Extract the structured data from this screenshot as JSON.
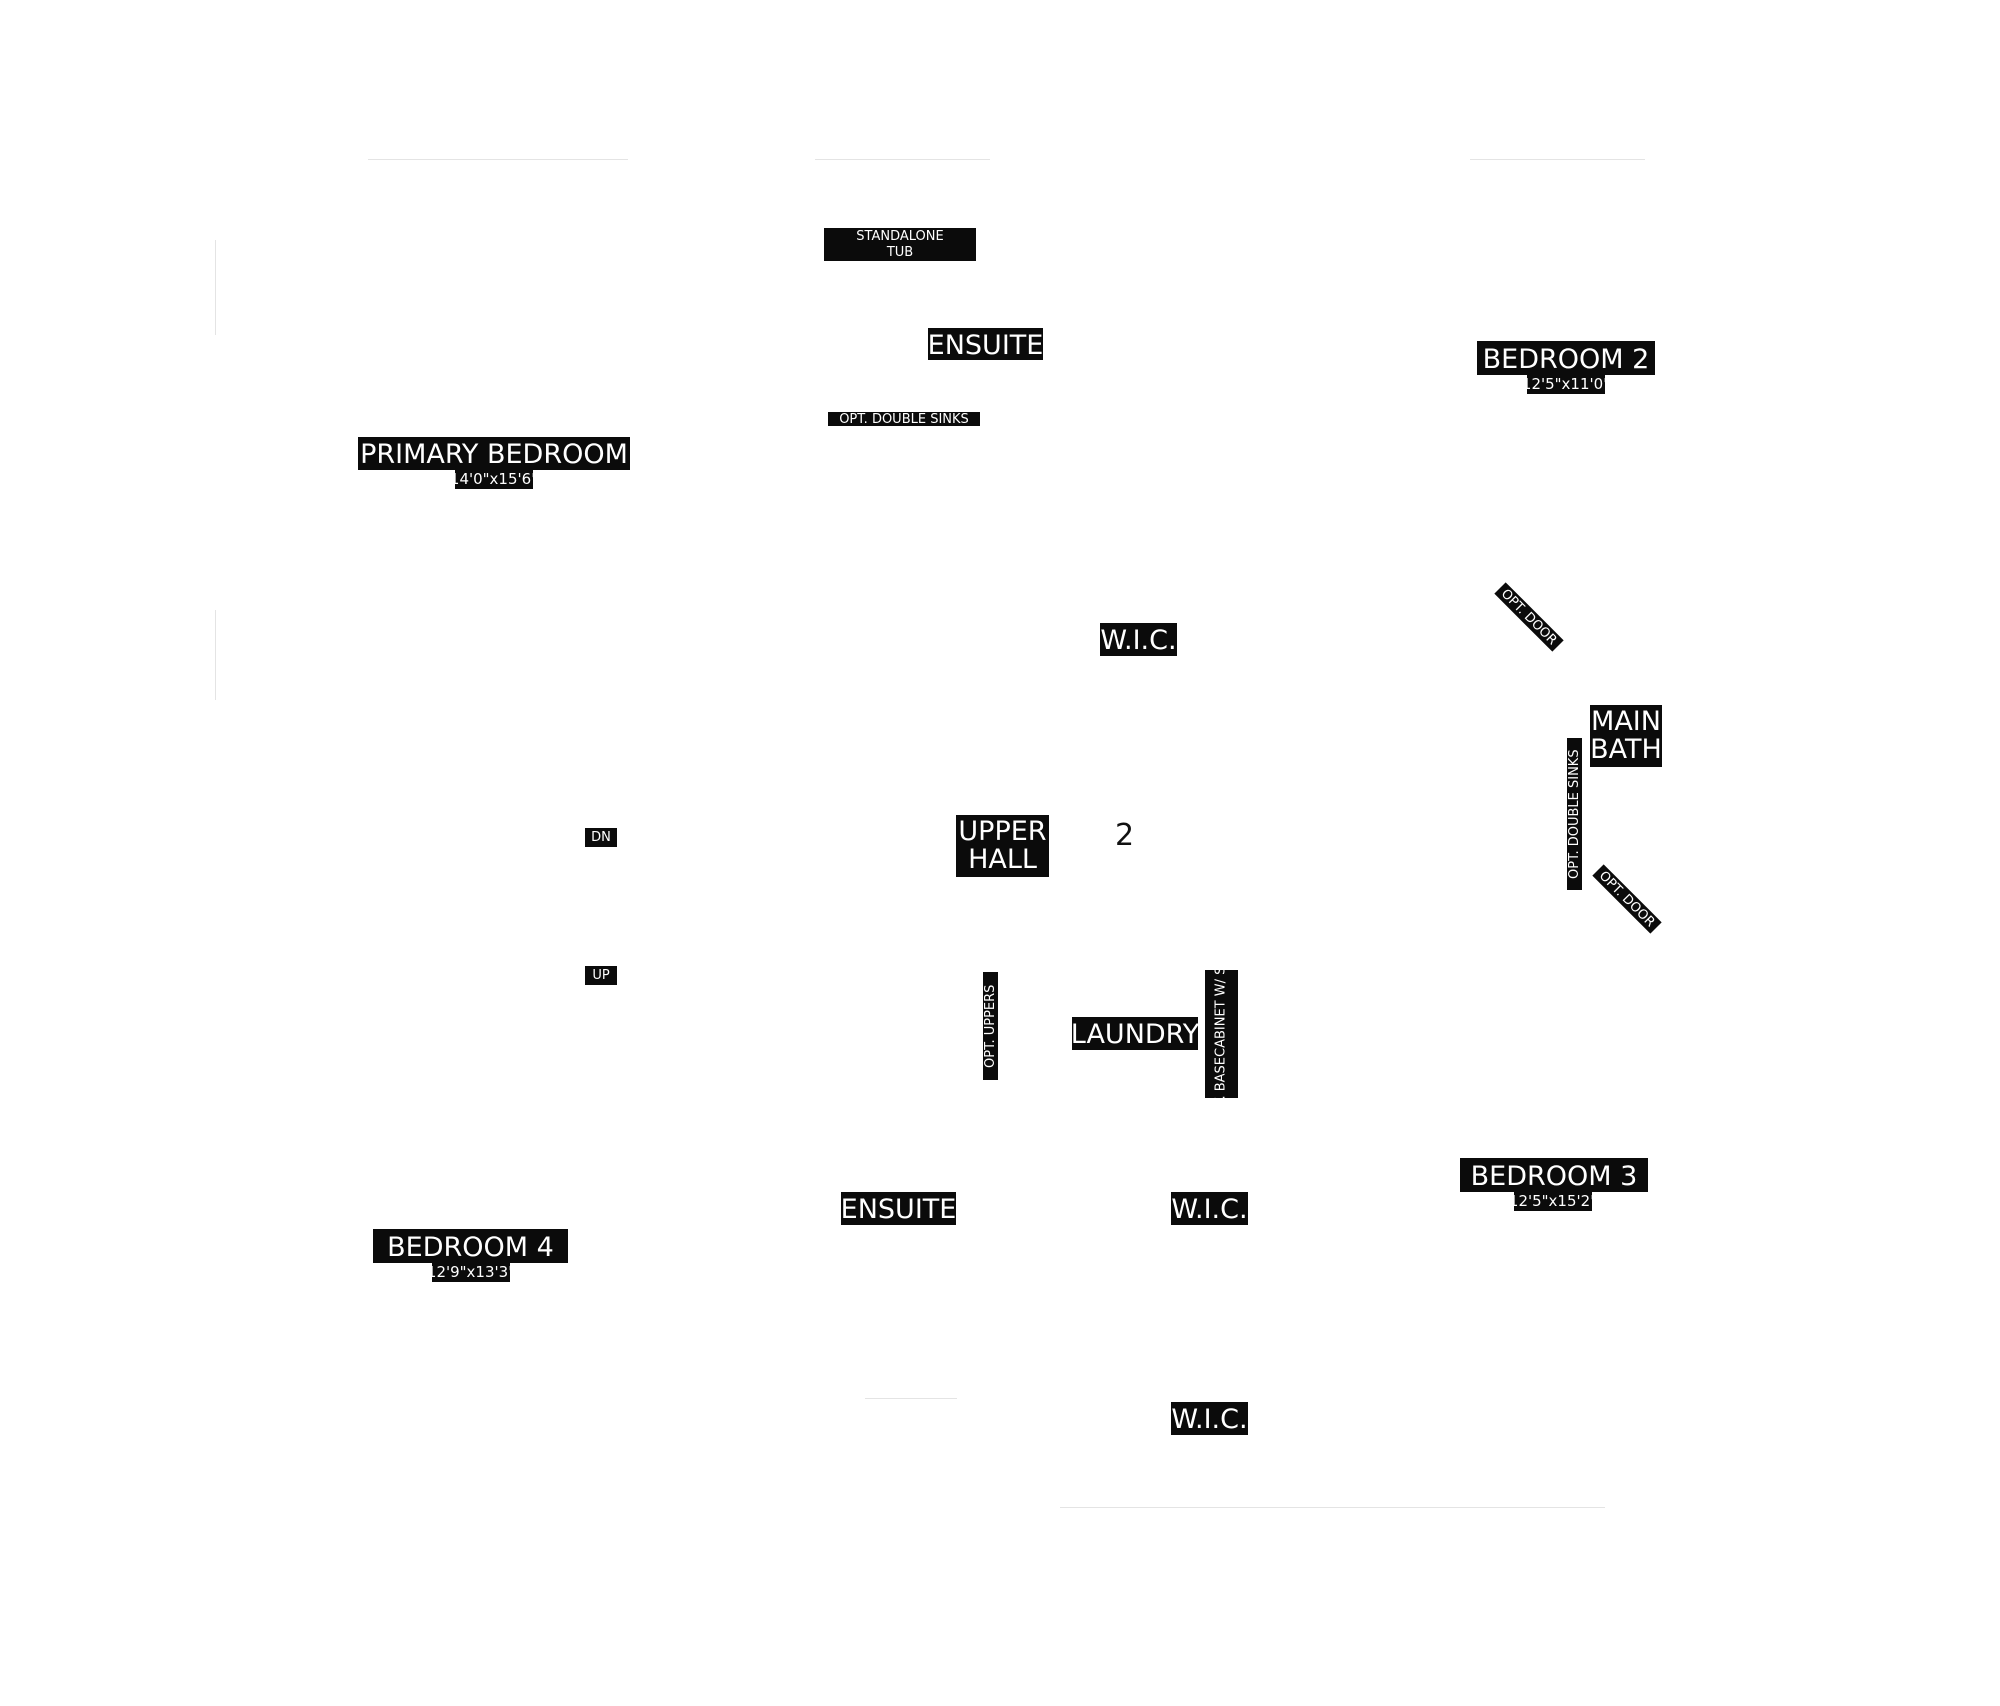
{
  "plan": {
    "rooms": {
      "primary_bedroom": {
        "name": "PRIMARY BEDROOM",
        "dim": "14'0\"x15'6\""
      },
      "bedroom_2": {
        "name": "BEDROOM 2",
        "dim": "12'5\"x11'0\""
      },
      "bedroom_3": {
        "name": "BEDROOM 3",
        "dim": "12'5\"x15'2\""
      },
      "bedroom_4": {
        "name": "BEDROOM 4",
        "dim": "12'9\"x13'3\""
      },
      "ensuite_top": {
        "name": "ENSUITE"
      },
      "ensuite_bottom": {
        "name": "ENSUITE"
      },
      "wic_1": {
        "name": "W.I.C."
      },
      "wic_2": {
        "name": "W.I.C."
      },
      "wic_3": {
        "name": "W.I.C."
      },
      "upper_hall": {
        "line1": "UPPER",
        "line2": "HALL"
      },
      "main_bath": {
        "line1": "MAIN",
        "line2": "BATH"
      },
      "laundry": {
        "name": "LAUNDRY"
      }
    },
    "notes": {
      "standalone_tub": {
        "line1": "STANDALONE",
        "line2": "TUB"
      },
      "opt_double_sinks_ensuite": "OPT. DOUBLE SINKS",
      "opt_double_sinks_bath": "OPT. DOUBLE SINKS",
      "opt_door_1": "OPT. DOOR",
      "opt_door_2": "OPT. DOOR",
      "opt_uppers": "OPT. UPPERS",
      "opt_base_cabinet": {
        "line1": "OPT. BASE",
        "line2": "CABINET W/ SINK"
      },
      "stair_down": "DN",
      "stair_up": "UP"
    },
    "floor_number": "2"
  }
}
